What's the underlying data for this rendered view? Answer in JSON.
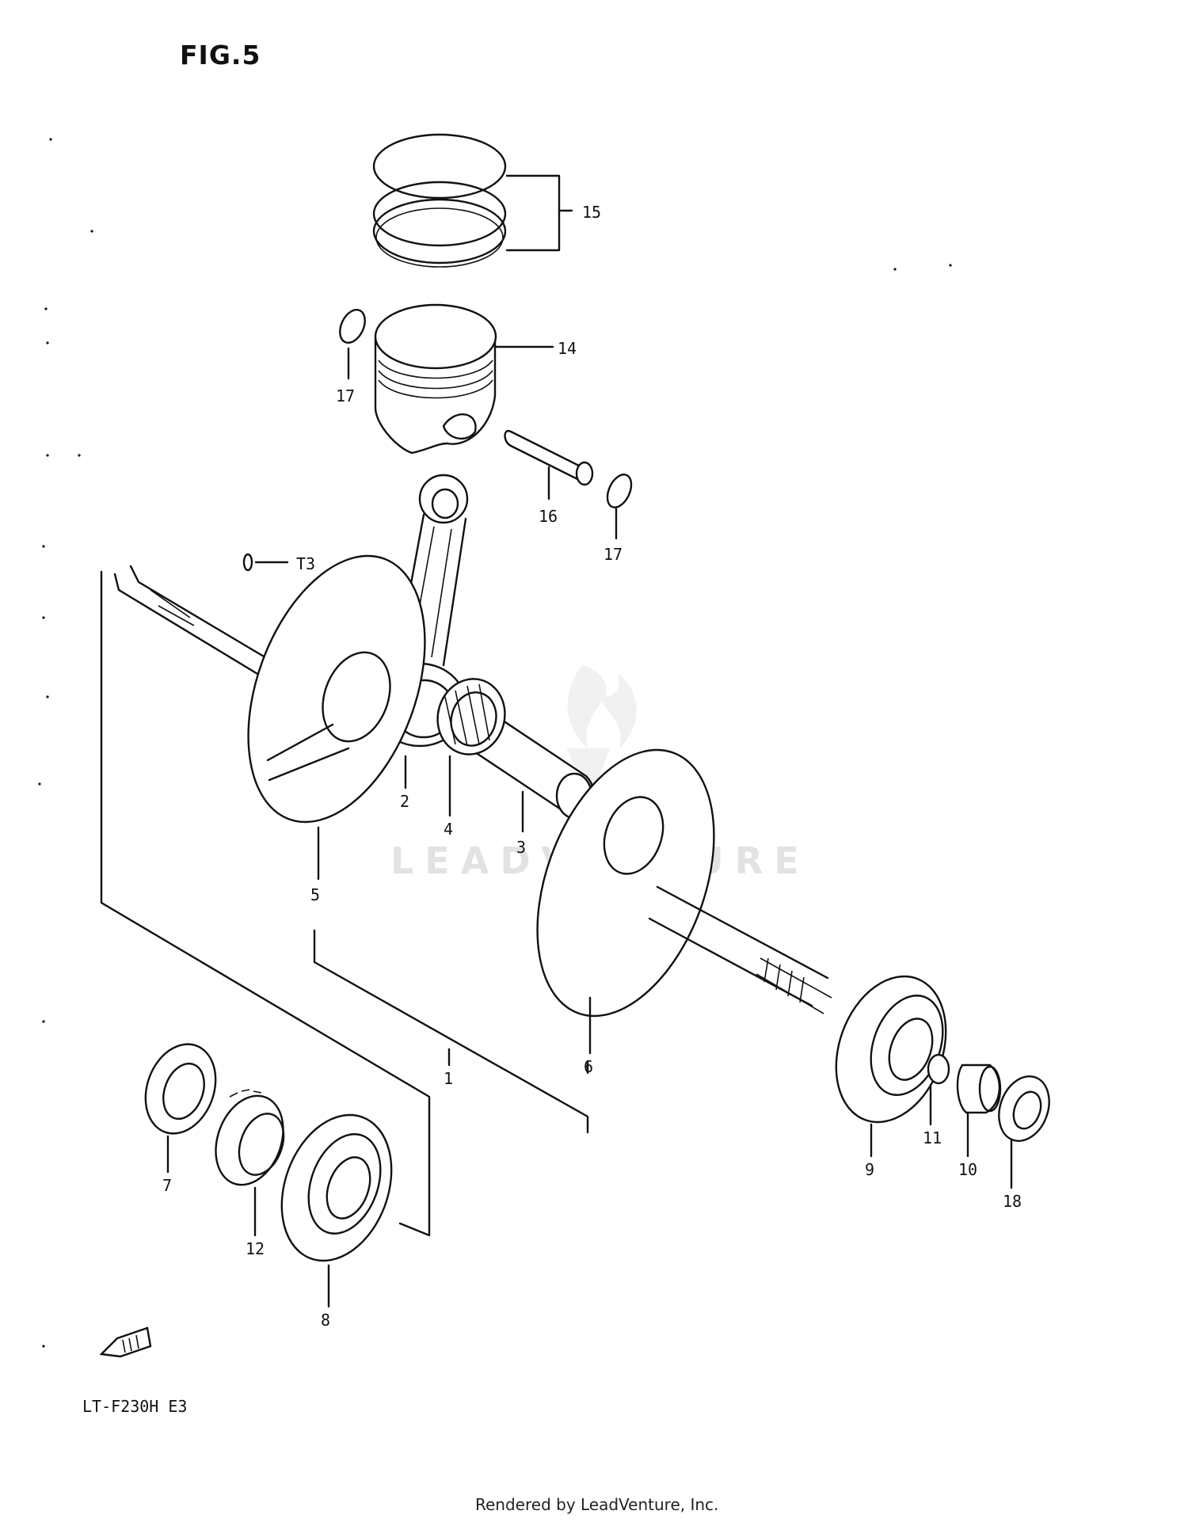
{
  "figure": {
    "title": "FIG.5",
    "model": "LT-F230H  E3",
    "watermark": "LEADVENTURE",
    "footer": "Rendered by LeadVenture, Inc."
  },
  "parts": [
    {
      "ref": "part-1",
      "label": "1"
    },
    {
      "ref": "part-2",
      "label": "2"
    },
    {
      "ref": "part-3",
      "label": "3"
    },
    {
      "ref": "part-4",
      "label": "4"
    },
    {
      "ref": "part-5",
      "label": "5"
    },
    {
      "ref": "part-6",
      "label": "6"
    },
    {
      "ref": "part-7",
      "label": "7"
    },
    {
      "ref": "part-8",
      "label": "8"
    },
    {
      "ref": "part-9",
      "label": "9"
    },
    {
      "ref": "part-10",
      "label": "10"
    },
    {
      "ref": "part-11",
      "label": "11"
    },
    {
      "ref": "part-12",
      "label": "12"
    },
    {
      "ref": "part-13",
      "label": "T3"
    },
    {
      "ref": "part-14",
      "label": "14"
    },
    {
      "ref": "part-15",
      "label": "15"
    },
    {
      "ref": "part-16",
      "label": "16"
    },
    {
      "ref": "part-17a",
      "label": "17"
    },
    {
      "ref": "part-17b",
      "label": "17"
    },
    {
      "ref": "part-18",
      "label": "18"
    }
  ]
}
